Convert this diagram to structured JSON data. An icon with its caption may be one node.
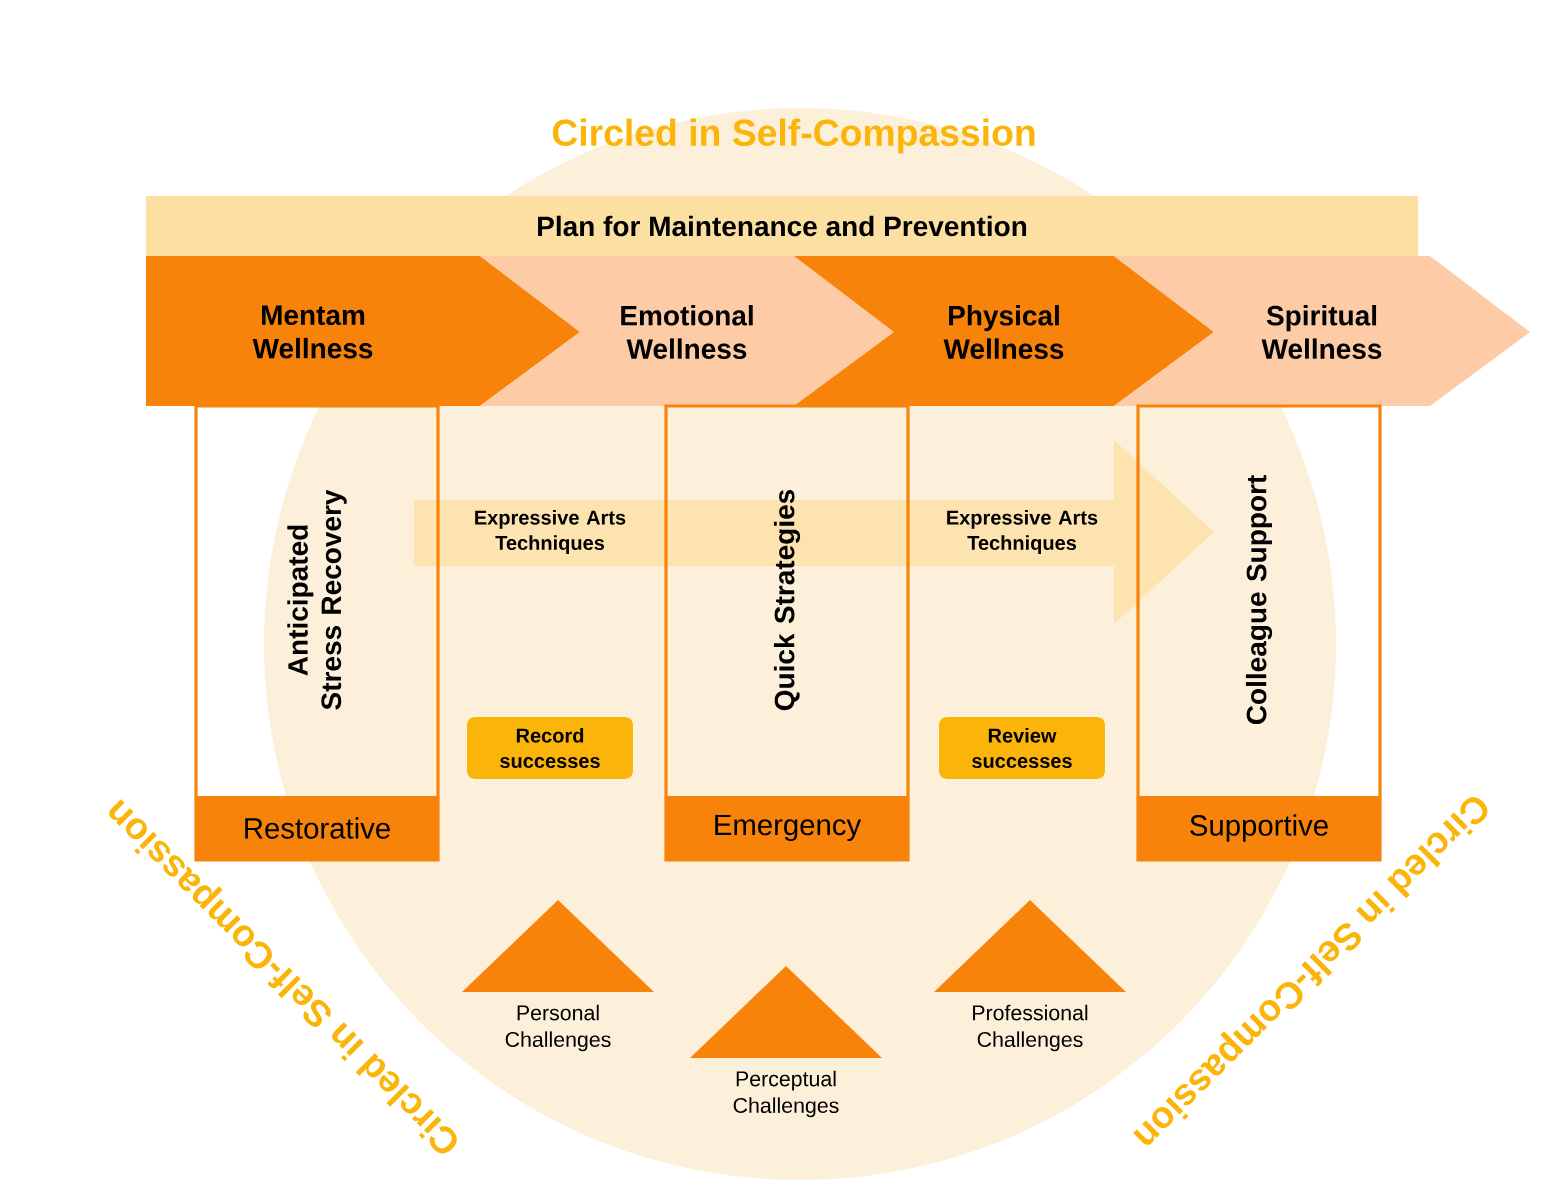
{
  "diagram": {
    "nodes": [
      {
        "text": [
          "Plan for Maintenance and Prevention"
        ]
      },
      {
        "text": [
          "Mentam Wellness"
        ]
      },
      {
        "text": [
          "Emotional Wellness"
        ]
      },
      {
        "text": [
          "Physical Wellness"
        ]
      },
      {
        "text": [
          "Spiritual Wellness"
        ]
      },
      {
        "text": [
          "Anticipated Stress Recovery",
          "Restorative"
        ]
      },
      {
        "text": [
          "Quick Strategies",
          "Emergency"
        ]
      },
      {
        "text": [
          "Colleague Support",
          "Supportive"
        ]
      },
      {
        "text": [
          "Expressive Arts Techniques",
          "Expressive Arts Techniques"
        ]
      },
      {
        "text": [
          "Record successes"
        ]
      },
      {
        "text": [
          "Review successes"
        ]
      },
      {
        "text": [],
        "shape": "triangle",
        "beside": [
          "Personal Challenges"
        ]
      },
      {
        "text": [],
        "shape": "triangle",
        "beside": [
          "Perceptual Challenges"
        ]
      },
      {
        "text": [],
        "shape": "triangle",
        "beside": [
          "Professional Challenges"
        ]
      }
    ],
    "labels": [
      "Circled in Self-Compassion",
      "Circled in Self-Compassion",
      "Circled in Self-Compassion"
    ]
  }
}
